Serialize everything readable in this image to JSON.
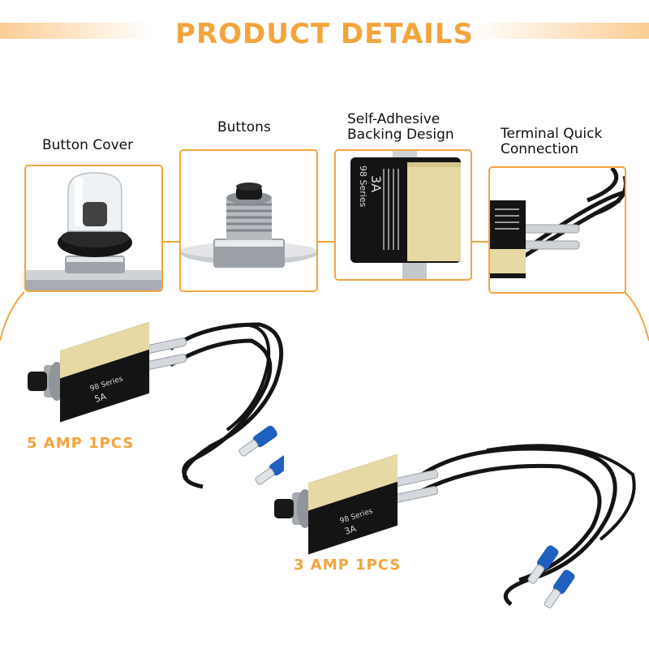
{
  "header": {
    "title": "PRODUCT DETAILS"
  },
  "features": [
    {
      "label": "Button Cover"
    },
    {
      "label": "Buttons"
    },
    {
      "label_line1": "Self-Adhesive",
      "label_line2": "Backing Design"
    },
    {
      "label_line1": "Terminal Quick",
      "label_line2": "Connection"
    }
  ],
  "products": [
    {
      "label": "5 AMP 1PCS",
      "series": "98 Series",
      "rating": "5A"
    },
    {
      "label": "3 AMP 1PCS",
      "series": "98 Series",
      "rating": "3A"
    }
  ],
  "detail_breaker": {
    "series": "98 Series",
    "rating": "3A"
  },
  "colors": {
    "accent": "#f4a43c",
    "sticker": "#e6d9a3",
    "body": "#141414",
    "terminal_blue": "#1f5fbf"
  }
}
